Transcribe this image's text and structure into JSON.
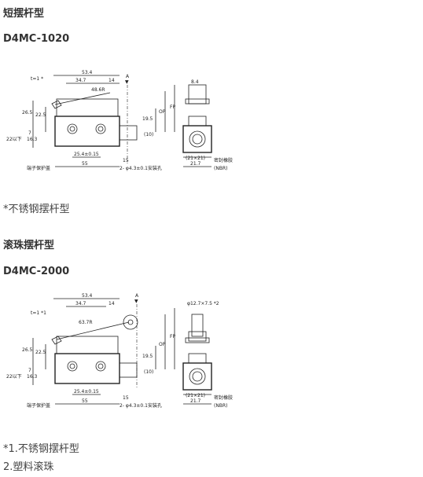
{
  "section1": {
    "title": "短摆杆型",
    "model": "D4MC-1020",
    "note": "*不锈钢摆杆型",
    "dims": {
      "w53": "53.4",
      "w34": "34.7",
      "w14": "14",
      "r": "48.6R",
      "t": "t=1 *",
      "a": "A",
      "h26": "26.5",
      "h22": "22.5",
      "h7": "7",
      "h22below": "22以下",
      "h163": "16.3",
      "h195": "19.5",
      "op": "OP",
      "fp": "FP",
      "h10": "(10)",
      "w254": "25.4±0.15",
      "w55": "55",
      "w15": "15",
      "hole": "2- φ4.3±0.1安装孔",
      "protect": "端子保护盖",
      "w84": "8.4",
      "w21": "(21×21)",
      "w217": "21.7",
      "seal": "密封橡胶",
      "nbr": "(NBR)"
    }
  },
  "section2": {
    "title": "滚珠摆杆型",
    "model": "D4MC-2000",
    "note1": "*1.不锈钢摆杆型",
    "note2": "2.塑料滚珠",
    "dims": {
      "w53": "53.4",
      "w34": "34.7",
      "w14": "14",
      "r": "63.7R",
      "t": "t=1 *1",
      "a": "A",
      "h26": "26.5",
      "h22": "22.5",
      "h7": "7",
      "h22below": "22以下",
      "h163": "16.3",
      "h195": "19.5",
      "op": "OP",
      "fp": "FP",
      "h10": "(10)",
      "w254": "25.4±0.15",
      "w55": "55",
      "w15": "15",
      "hole": "2- φ4.3±0.1安装孔",
      "protect": "端子保护盖",
      "roller": "φ12.7×7.5 *2",
      "w21": "(21×21)",
      "w217": "21.7",
      "seal": "密封橡胶",
      "nbr": "(NBR)"
    }
  }
}
